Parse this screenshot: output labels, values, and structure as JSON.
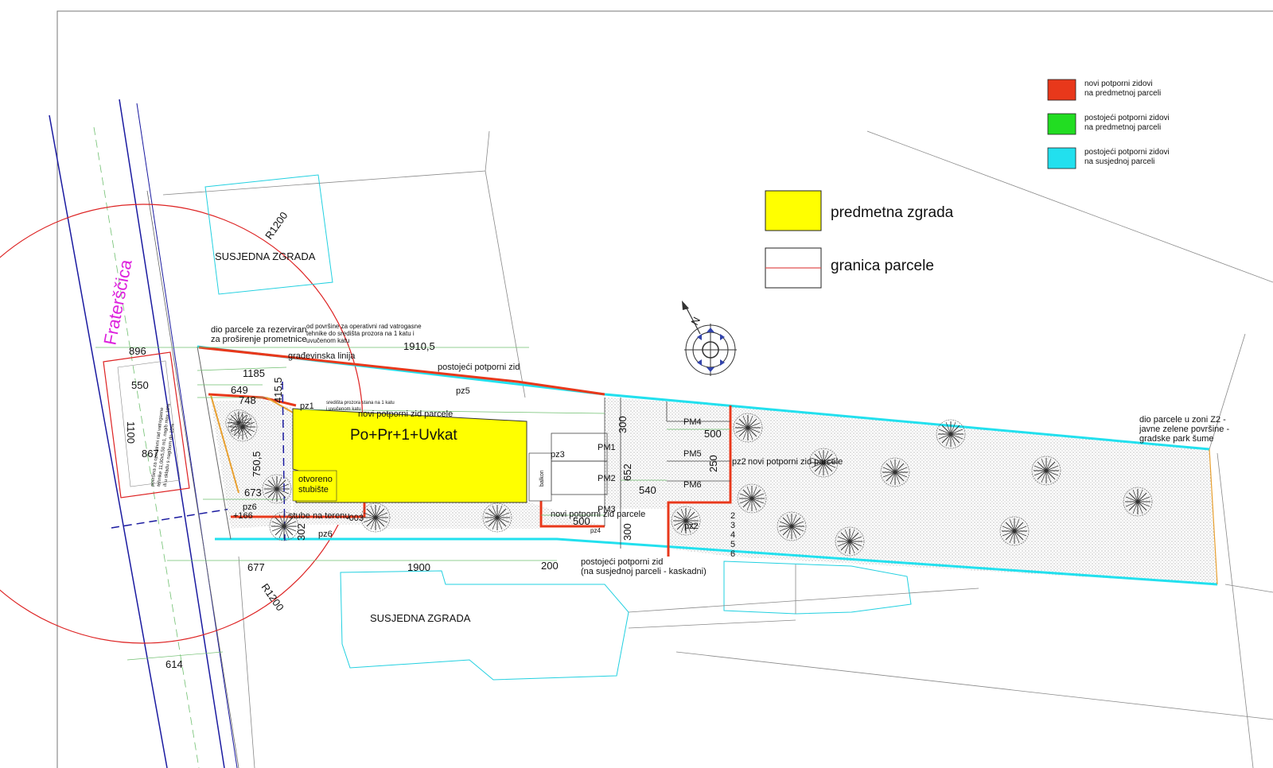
{
  "colors": {
    "building": "#ffff00",
    "new_wall": "#e8381b",
    "existing_wall": "#22dd22",
    "neighbor_wall": "#22e0ee",
    "parcel_line": "#e05050",
    "street_magenta": "#dd22dd",
    "street_blue": "#1a1aa0",
    "dim_green": "#6fbf6f"
  },
  "legend_small": [
    {
      "line1": "novi potporni zidovi",
      "line2": "na predmetnoj parceli",
      "color": "#e8381b"
    },
    {
      "line1": "postojeći potporni zidovi",
      "line2": "na predmetnoj parceli",
      "color": "#22dd22"
    },
    {
      "line1": "postojeći potporni zidovi",
      "line2": "na susjednoj parceli",
      "color": "#22e0ee"
    }
  ],
  "legend_large": [
    {
      "label": "predmetna zgrada"
    },
    {
      "label": "granica parcele"
    }
  ],
  "street": {
    "name": "Fraterščica"
  },
  "neighbors": {
    "top": "SUSJEDNA ZGRADA",
    "bottom": "SUSJEDNA ZGRADA"
  },
  "building": {
    "label": "Po+Pr+1+Uvkat",
    "stairs_line1": "otvoreno",
    "stairs_line2": "stubište"
  },
  "radius": {
    "top": "R1200",
    "bottom": "R1200"
  },
  "notes": {
    "reserved_line1": "dio parcele za rezerviran",
    "reserved_line2": "za proširenje prometnice",
    "fire_line1": "od površine za operativni rad vatrogasne",
    "fire_line2": "tehnike do središta prozora na 1 katu i",
    "fire_line3": "uvučenom katu",
    "fire_small_line1": "središta prozora stana na 1 katu",
    "fire_small_line2": "i uvučenom katu",
    "building_line": "građevinska linija",
    "existing_wall": "postojeći potporni zid",
    "new_wall_top": "novi potporni zid parcele",
    "new_wall_right": "novi potporni zid parcele",
    "new_wall_bottom": "novi potporni zid parcele",
    "neighbor_wall_line1": "postojeći potporni zid",
    "neighbor_wall_line2": "(na susjednoj parceli - kaskadni)",
    "stairs_ground": "stube na terenu",
    "zone_line1": "dio parcele u zoni Z2 -",
    "zone_line2": "javne zelene površine -",
    "zone_line3": "gradske park šume",
    "fire_area_line1": "površina za operativni rad vatrogasne",
    "fire_area_line2": "tehnike 11,00x5,50 m1, nagib max 10%",
    "fire_area_line3": "ili u skladu s nagibom do 10%",
    "balkon": "balkon"
  },
  "dims": {
    "d896": "896",
    "d1910": "1910,5",
    "d1185": "1185",
    "d649": "649",
    "d748": "748",
    "d415": "415,5",
    "d550": "550",
    "d1100": "1100",
    "d867": "867",
    "d750": "750,5",
    "d673": "673",
    "d166": "+166",
    "d003": "-003",
    "d302": "302",
    "d300a": "300",
    "d652": "652",
    "d300b": "300",
    "d540": "540",
    "d500a": "500",
    "d500b": "500",
    "d250": "250",
    "d677": "677",
    "d1900": "1900",
    "d200": "200",
    "d614": "614"
  },
  "markers": {
    "pz1": "pz1",
    "pz2": "pz2",
    "pz2b": "pz2",
    "pz3": "pz3",
    "pz4": "pz4",
    "pz5": "pz5",
    "pz6": "pz6",
    "pz6b": "pz6",
    "pm1": "PM1",
    "pm2": "PM2",
    "pm3": "PM3",
    "pm4": "PM4",
    "pm5": "PM5",
    "pm6": "PM6",
    "n2": "2",
    "n3": "3",
    "n4": "4",
    "n5": "5",
    "n6": "6"
  },
  "north": {
    "label": "N"
  }
}
